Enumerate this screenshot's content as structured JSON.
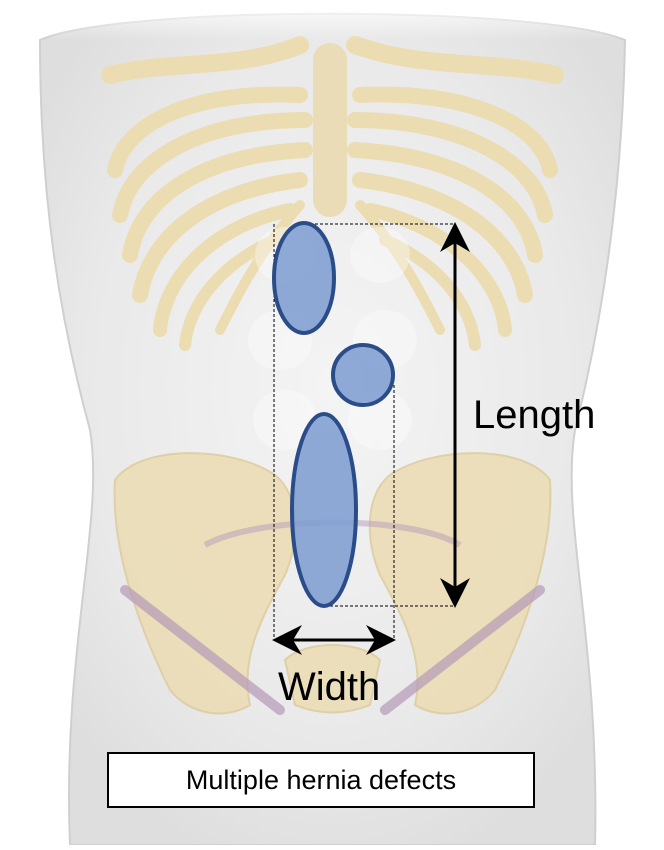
{
  "figure": {
    "caption": "Multiple hernia defects",
    "length_label": "Length",
    "width_label": "Width"
  },
  "colors": {
    "skin": "#ececec",
    "bone": "#ecdcb2",
    "bone_outline": "#dccb9c",
    "ligament": "#b59ab8",
    "defect_fill": "#7d9bd1",
    "defect_outline": "#2a4d8a",
    "arrow": "#000000"
  },
  "icons": [
    "torso-outline",
    "ribcage",
    "pelvis",
    "hernia-defect-ellipse",
    "double-arrow"
  ]
}
